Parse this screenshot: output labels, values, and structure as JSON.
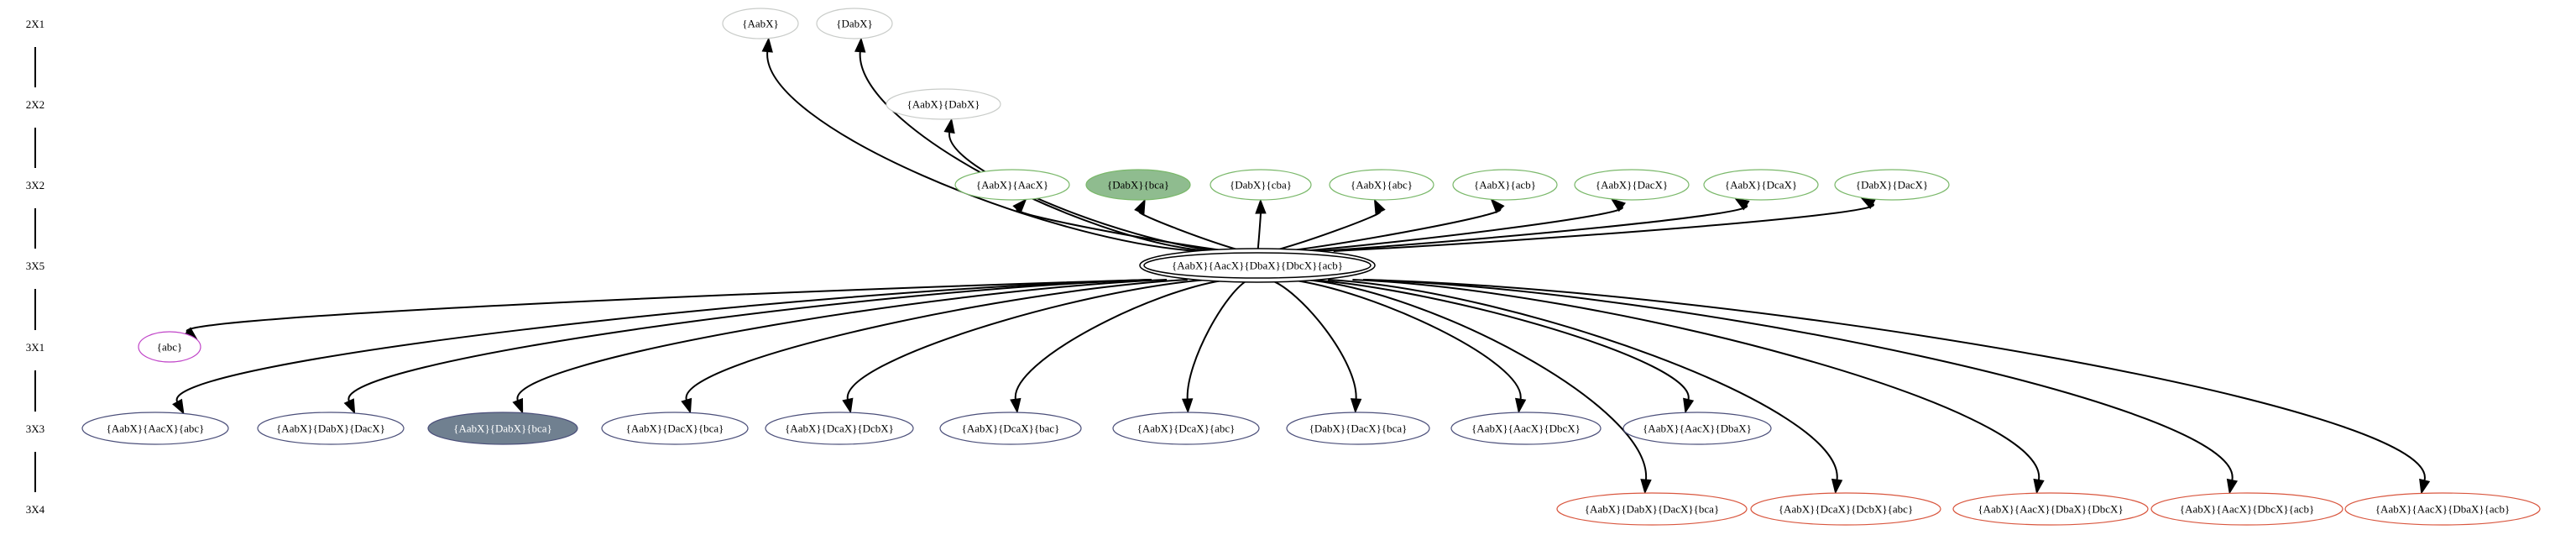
{
  "colors": {
    "edge": "#000000",
    "node_default_stroke": "#4b4f7a",
    "node_group_green_stroke": "#7ab86a",
    "node_light_stroke": "#c9ccc9",
    "node_red_stroke": "#d9573f",
    "node_magenta_stroke": "#c044c8",
    "node_fill_green": "#8fbc8f",
    "node_fill_slate": "#708090"
  },
  "ranks": [
    {
      "id": "r1",
      "label": "2X1"
    },
    {
      "id": "r2",
      "label": "2X2"
    },
    {
      "id": "r3",
      "label": "3X2"
    },
    {
      "id": "r4",
      "label": "3X5"
    },
    {
      "id": "r5",
      "label": "3X1"
    },
    {
      "id": "r6",
      "label": "3X3"
    },
    {
      "id": "r7",
      "label": "3X4"
    }
  ],
  "center_node": {
    "id": "center",
    "label": "{AabX}{AacX}{DbaX}{DbcX}{acb}",
    "style": "double"
  },
  "nodes": [
    {
      "id": "n_2x1_a",
      "rank": "r1",
      "label": "{AabX}",
      "stroke": "light",
      "fill": "none"
    },
    {
      "id": "n_2x1_b",
      "rank": "r1",
      "label": "{DabX}",
      "stroke": "light",
      "fill": "none"
    },
    {
      "id": "n_2x2_a",
      "rank": "r2",
      "label": "{AabX}{DabX}",
      "stroke": "light",
      "fill": "none"
    },
    {
      "id": "n_3x2_a",
      "rank": "r3",
      "label": "{AabX}{AacX}",
      "stroke": "green",
      "fill": "none"
    },
    {
      "id": "n_3x2_b",
      "rank": "r3",
      "label": "{DabX}{bca}",
      "stroke": "green",
      "fill": "green"
    },
    {
      "id": "n_3x2_c",
      "rank": "r3",
      "label": "{DabX}{cba}",
      "stroke": "green",
      "fill": "none"
    },
    {
      "id": "n_3x2_d",
      "rank": "r3",
      "label": "{AabX}{abc}",
      "stroke": "green",
      "fill": "none"
    },
    {
      "id": "n_3x2_e",
      "rank": "r3",
      "label": "{AabX}{acb}",
      "stroke": "green",
      "fill": "none"
    },
    {
      "id": "n_3x2_f",
      "rank": "r3",
      "label": "{AabX}{DacX}",
      "stroke": "green",
      "fill": "none"
    },
    {
      "id": "n_3x2_g",
      "rank": "r3",
      "label": "{AabX}{DcaX}",
      "stroke": "green",
      "fill": "none"
    },
    {
      "id": "n_3x2_h",
      "rank": "r3",
      "label": "{DabX}{DacX}",
      "stroke": "green",
      "fill": "none"
    },
    {
      "id": "n_3x1_a",
      "rank": "r5",
      "label": "{abc}",
      "stroke": "magenta",
      "fill": "none"
    },
    {
      "id": "n_3x3_a",
      "rank": "r6",
      "label": "{AabX}{AacX}{abc}",
      "stroke": "default",
      "fill": "none"
    },
    {
      "id": "n_3x3_b",
      "rank": "r6",
      "label": "{AabX}{DabX}{DacX}",
      "stroke": "default",
      "fill": "none"
    },
    {
      "id": "n_3x3_c",
      "rank": "r6",
      "label": "{AabX}{DabX}{bca}",
      "stroke": "default",
      "fill": "slate"
    },
    {
      "id": "n_3x3_d",
      "rank": "r6",
      "label": "{AabX}{DacX}{bca}",
      "stroke": "default",
      "fill": "none"
    },
    {
      "id": "n_3x3_e",
      "rank": "r6",
      "label": "{AabX}{DcaX}{DcbX}",
      "stroke": "default",
      "fill": "none"
    },
    {
      "id": "n_3x3_f",
      "rank": "r6",
      "label": "{AabX}{DcaX}{bac}",
      "stroke": "default",
      "fill": "none"
    },
    {
      "id": "n_3x3_g",
      "rank": "r6",
      "label": "{AabX}{DcaX}{abc}",
      "stroke": "default",
      "fill": "none"
    },
    {
      "id": "n_3x3_h",
      "rank": "r6",
      "label": "{DabX}{DacX}{bca}",
      "stroke": "default",
      "fill": "none"
    },
    {
      "id": "n_3x3_i",
      "rank": "r6",
      "label": "{AabX}{AacX}{DbcX}",
      "stroke": "default",
      "fill": "none"
    },
    {
      "id": "n_3x3_j",
      "rank": "r6",
      "label": "{AabX}{AacX}{DbaX}",
      "stroke": "default",
      "fill": "none"
    },
    {
      "id": "n_3x4_a",
      "rank": "r7",
      "label": "{AabX}{DabX}{DacX}{bca}",
      "stroke": "red",
      "fill": "none"
    },
    {
      "id": "n_3x4_b",
      "rank": "r7",
      "label": "{AabX}{DcaX}{DcbX}{abc}",
      "stroke": "red",
      "fill": "none"
    },
    {
      "id": "n_3x4_c",
      "rank": "r7",
      "label": "{AabX}{AacX}{DbaX}{DbcX}",
      "stroke": "red",
      "fill": "none"
    },
    {
      "id": "n_3x4_d",
      "rank": "r7",
      "label": "{AabX}{AacX}{DbcX}{acb}",
      "stroke": "red",
      "fill": "none"
    },
    {
      "id": "n_3x4_e",
      "rank": "r7",
      "label": "{AabX}{AacX}{DbaX}{acb}",
      "stroke": "red",
      "fill": "none"
    }
  ],
  "edges": [
    {
      "from": "center",
      "to": "n_2x1_a"
    },
    {
      "from": "center",
      "to": "n_2x1_b"
    },
    {
      "from": "center",
      "to": "n_2x2_a"
    },
    {
      "from": "center",
      "to": "n_3x2_a"
    },
    {
      "from": "center",
      "to": "n_3x2_b"
    },
    {
      "from": "center",
      "to": "n_3x2_c"
    },
    {
      "from": "center",
      "to": "n_3x2_d"
    },
    {
      "from": "center",
      "to": "n_3x2_e"
    },
    {
      "from": "center",
      "to": "n_3x2_f"
    },
    {
      "from": "center",
      "to": "n_3x2_g"
    },
    {
      "from": "center",
      "to": "n_3x2_h"
    },
    {
      "from": "center",
      "to": "n_3x1_a"
    },
    {
      "from": "center",
      "to": "n_3x3_a"
    },
    {
      "from": "center",
      "to": "n_3x3_b"
    },
    {
      "from": "center",
      "to": "n_3x3_c"
    },
    {
      "from": "center",
      "to": "n_3x3_d"
    },
    {
      "from": "center",
      "to": "n_3x3_e"
    },
    {
      "from": "center",
      "to": "n_3x3_f"
    },
    {
      "from": "center",
      "to": "n_3x3_g"
    },
    {
      "from": "center",
      "to": "n_3x3_h"
    },
    {
      "from": "center",
      "to": "n_3x3_i"
    },
    {
      "from": "center",
      "to": "n_3x3_j"
    },
    {
      "from": "center",
      "to": "n_3x4_a"
    },
    {
      "from": "center",
      "to": "n_3x4_b"
    },
    {
      "from": "center",
      "to": "n_3x4_c"
    },
    {
      "from": "center",
      "to": "n_3x4_d"
    },
    {
      "from": "center",
      "to": "n_3x4_e"
    }
  ]
}
